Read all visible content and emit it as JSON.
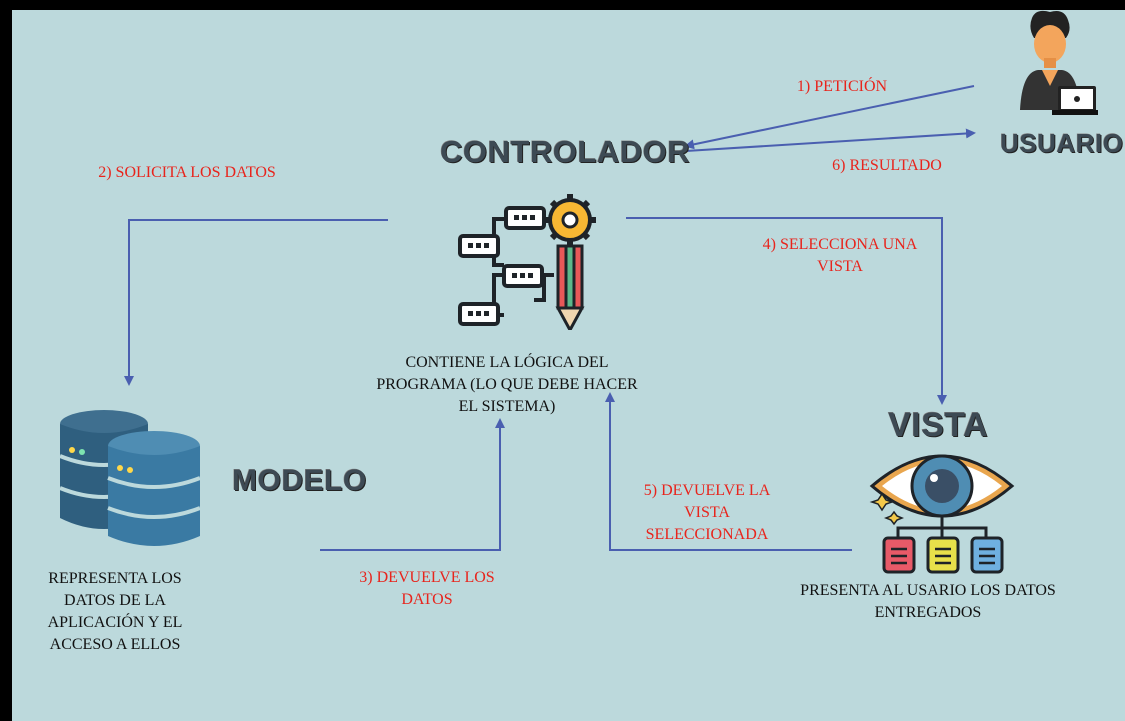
{
  "nodes": {
    "controlador": {
      "title": "CONTROLADOR",
      "description": "CONTIENE LA LÓGICA DEL PROGRAMA (LO QUE DEBE HACER EL SISTEMA)"
    },
    "usuario": {
      "title": "USUARIO"
    },
    "modelo": {
      "title": "MODELO",
      "description": "REPRESENTA LOS DATOS DE LA APLICACIÓN Y EL ACCESO A ELLOS"
    },
    "vista": {
      "title": "VISTA",
      "description": "PRESENTA AL USARIO LOS DATOS ENTREGADOS"
    }
  },
  "edges": {
    "peticion": "1)  PETICIÓN",
    "solicita": "2) SOLICITA LOS DATOS",
    "devuelve_datos": "3) DEVUELVE LOS DATOS",
    "selecciona": "4) SELECCIONA UNA VISTA",
    "devuelve_vista": "5) DEVUELVE LA VISTA SELECCIONADA",
    "resultado": "6) RESULTADO"
  },
  "colors": {
    "background": "#bcd9dc",
    "arrow": "#4a5fb0",
    "edge_label": "#e8241c"
  }
}
